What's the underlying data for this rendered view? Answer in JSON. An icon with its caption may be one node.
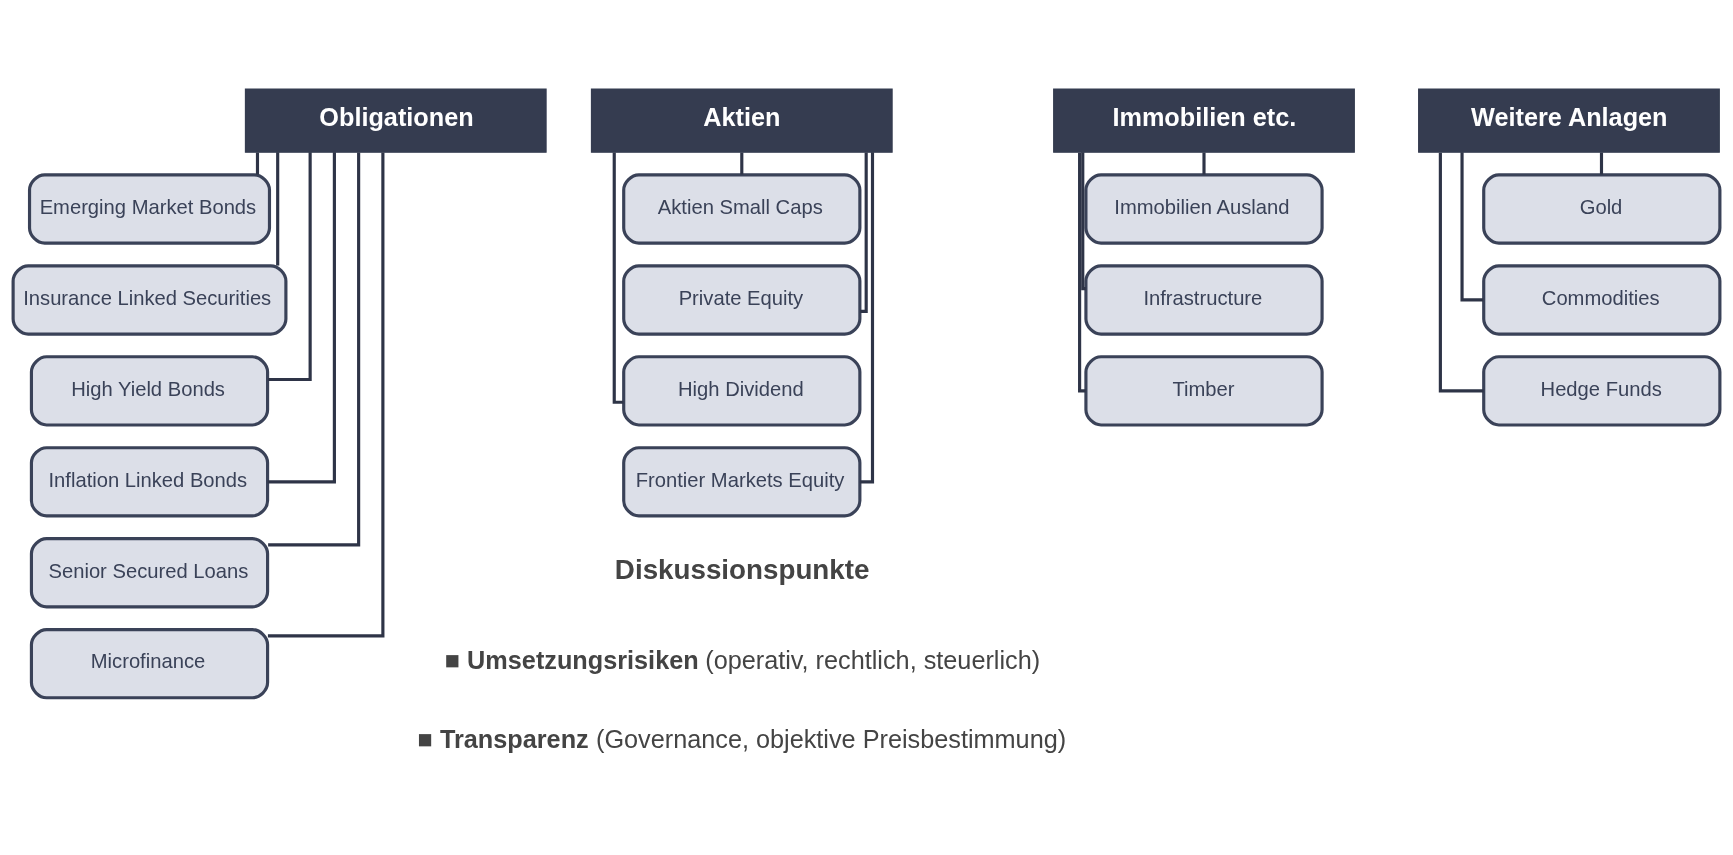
{
  "diagram": {
    "nodes": [
      {
        "text": [
          "Obligationen"
        ]
      },
      {
        "text": [
          "Emerging Market Bonds"
        ]
      },
      {
        "text": [
          "Insurance Linked Securities"
        ]
      },
      {
        "text": [
          "High Yield Bonds"
        ]
      },
      {
        "text": [
          "Inflation Linked Bonds"
        ]
      },
      {
        "text": [
          "Senior Secured Loans"
        ]
      },
      {
        "text": [
          "Microfinance"
        ]
      },
      {
        "text": [
          "Aktien"
        ]
      },
      {
        "text": [
          "Aktien Small Caps"
        ]
      },
      {
        "text": [
          "Private Equity"
        ]
      },
      {
        "text": [
          "High Dividend"
        ]
      },
      {
        "text": [
          "Frontier Markets Equity"
        ]
      },
      {
        "text": [
          "Immobilien etc."
        ]
      },
      {
        "text": [
          "Immobilien Ausland"
        ]
      },
      {
        "text": [
          "Infrastructure"
        ]
      },
      {
        "text": [
          "Timber"
        ]
      },
      {
        "text": [
          "Weitere Anlagen"
        ]
      },
      {
        "text": [
          "Gold"
        ]
      },
      {
        "text": [
          "Commodities"
        ]
      },
      {
        "text": [
          "Hedge Funds"
        ]
      }
    ],
    "edges": [
      {
        "from": 0,
        "to": 1,
        "arrow": "none"
      },
      {
        "from": 0,
        "to": 2,
        "arrow": "none"
      },
      {
        "from": 0,
        "to": 3,
        "arrow": "none"
      },
      {
        "from": 0,
        "to": 4,
        "arrow": "none"
      },
      {
        "from": 0,
        "to": 5,
        "arrow": "none"
      },
      {
        "from": 0,
        "to": 6,
        "arrow": "none"
      },
      {
        "from": 7,
        "to": 8,
        "arrow": "none"
      },
      {
        "from": 7,
        "to": 9,
        "arrow": "none"
      },
      {
        "from": 7,
        "to": 10,
        "arrow": "none"
      },
      {
        "from": 7,
        "to": 11,
        "arrow": "none"
      },
      {
        "from": 12,
        "to": 13,
        "arrow": "none"
      },
      {
        "from": 12,
        "to": 14,
        "arrow": "none"
      },
      {
        "from": 12,
        "to": 15,
        "arrow": "none"
      },
      {
        "from": 16,
        "to": 17,
        "arrow": "none"
      },
      {
        "from": 16,
        "to": 18,
        "arrow": "none"
      },
      {
        "from": 16,
        "to": 19,
        "arrow": "none"
      }
    ],
    "labels": [
      "Diskussionspunkte",
      "■ **Umsetzungsrisiken** (operativ, rechtlich, steuerlich)",
      "■ **Transparenz** (Governance, objektive Preisbestimmung)"
    ]
  }
}
